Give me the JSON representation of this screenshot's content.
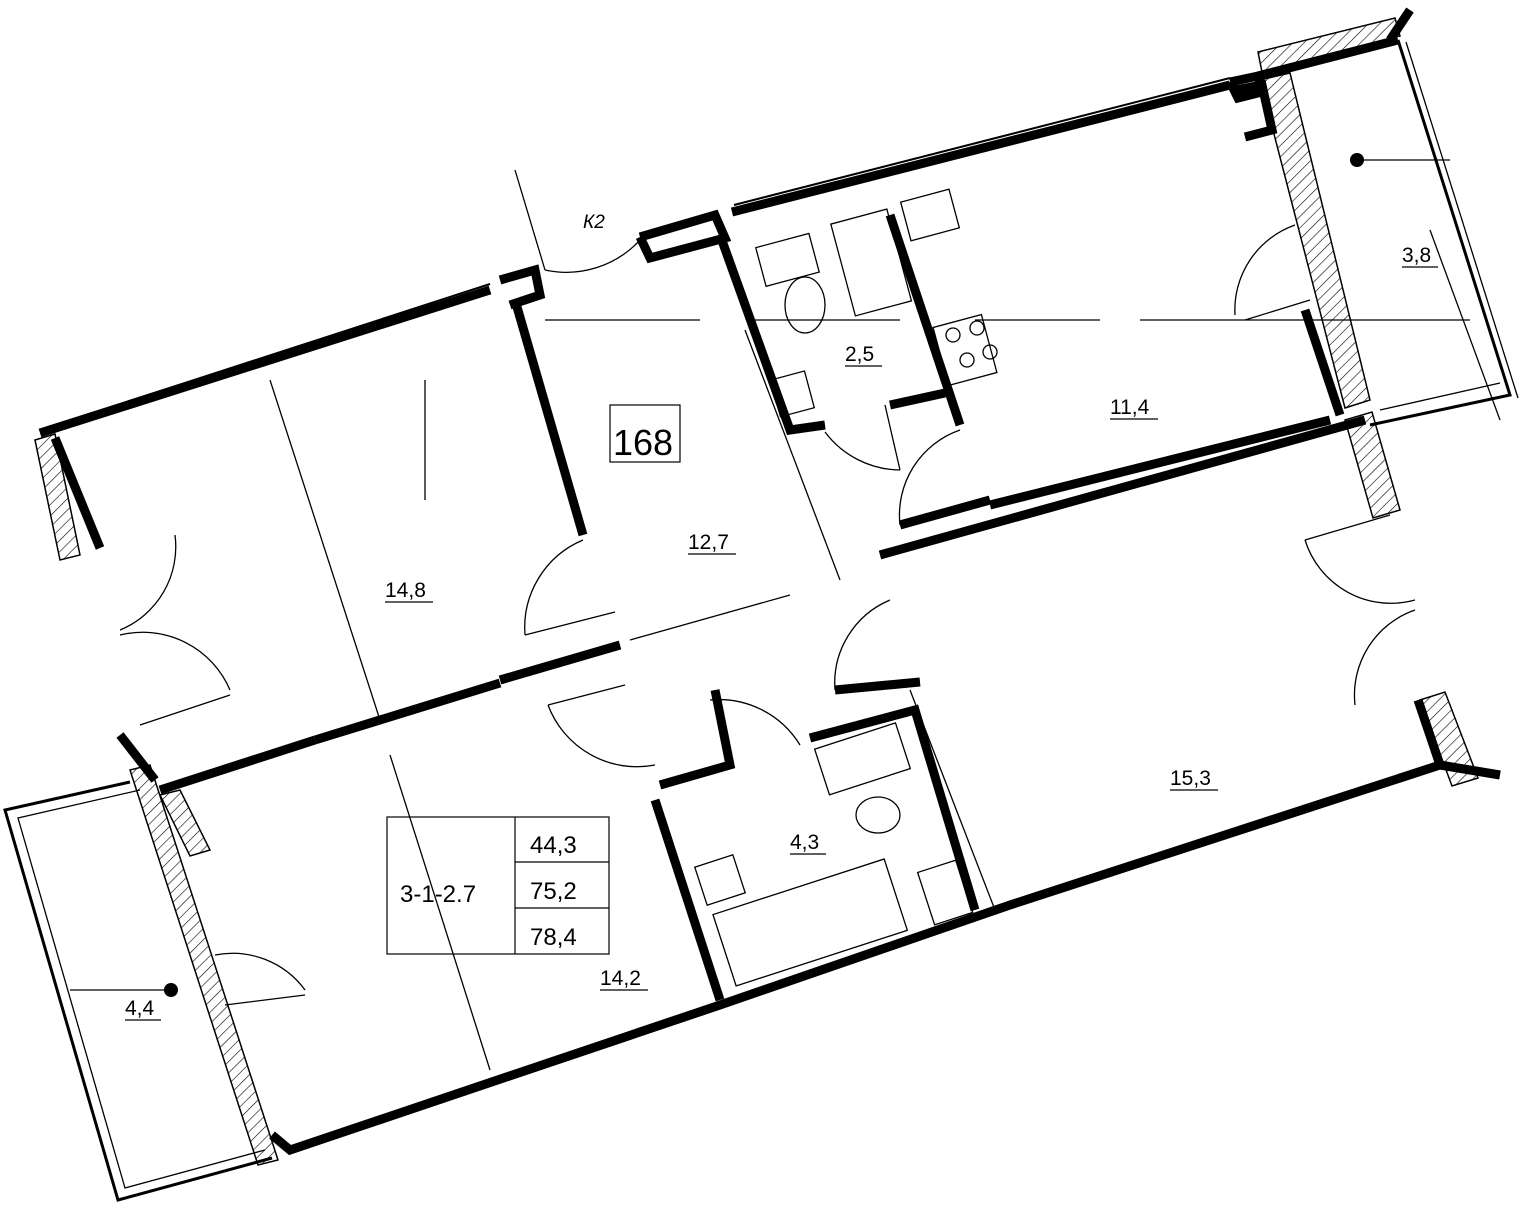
{
  "apartment": {
    "number": "168",
    "code": "3-1-2.7",
    "living_area": "44,3",
    "total_area": "75,2",
    "total_area_with_balcony": "78,4",
    "riser_label": "К2"
  },
  "rooms": {
    "bedroom_left": "14,8",
    "hall": "12,7",
    "bathroom_small": "2,5",
    "kitchen": "11,4",
    "balcony_right": "3,8",
    "bedroom_bottom": "14,2",
    "bathroom_large": "4,3",
    "living_room": "15,3",
    "balcony_left": "4,4"
  }
}
